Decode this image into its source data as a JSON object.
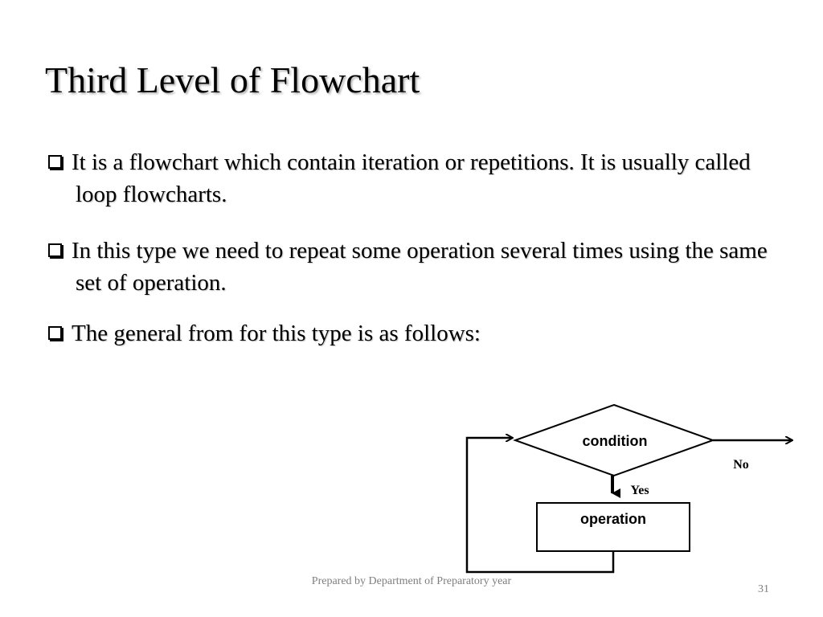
{
  "slide": {
    "title": "Third Level of  Flowchart",
    "bullets": [
      "It is a flowchart which contain iteration or repetitions. It is usually called loop flowcharts.",
      "In this type we need to repeat some operation several times using the same set of operation.",
      "The general from for this type is as follows:"
    ]
  },
  "flowchart": {
    "condition_label": "condition",
    "operation_label": "operation",
    "yes_label": "Yes",
    "no_label": "No"
  },
  "footer": {
    "text": "Prepared by  Department of Preparatory year",
    "page_number": "31"
  }
}
